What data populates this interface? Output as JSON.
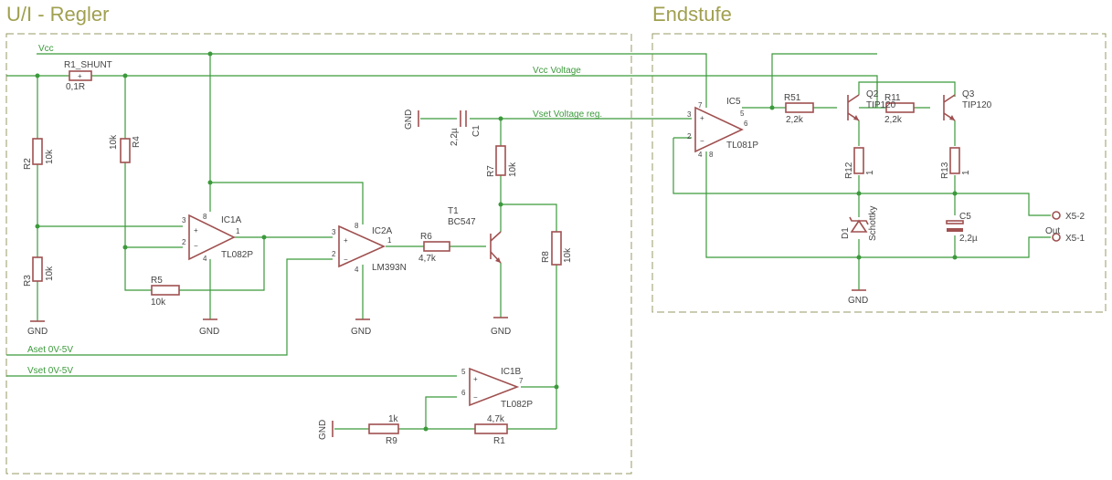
{
  "sections": {
    "left_title": "U/I - Regler",
    "right_title": "Endstufe"
  },
  "nets": {
    "vcc": "Vcc",
    "vcc_voltage": "Vcc Voltage",
    "vset_reg": "Vset Voltage reg.",
    "aset": "Aset 0V-5V",
    "vset": "Vset 0V-5V",
    "out": "Out"
  },
  "parts": {
    "r1_shunt": {
      "name": "R1_SHUNT",
      "value": "0,1R"
    },
    "r2": {
      "name": "R2",
      "value": "10k"
    },
    "r3": {
      "name": "R3",
      "value": "10k"
    },
    "r4": {
      "name": "R4",
      "value": "10k"
    },
    "r5": {
      "name": "R5",
      "value": "10k"
    },
    "r6": {
      "name": "R6",
      "value": "4,7k"
    },
    "r7": {
      "name": "R7",
      "value": "10k"
    },
    "r8": {
      "name": "R8",
      "value": "10k"
    },
    "r9": {
      "name": "R9",
      "value": "1k"
    },
    "r1": {
      "name": "R1",
      "value": "4,7k"
    },
    "c1": {
      "name": "C1",
      "value": "2,2µ"
    },
    "ic1a": {
      "name": "IC1A",
      "value": "TL082P"
    },
    "ic2a": {
      "name": "IC2A",
      "value": "LM393N"
    },
    "ic1b": {
      "name": "IC1B",
      "value": "TL082P"
    },
    "t1": {
      "name": "T1",
      "value": "BC547"
    },
    "ic5": {
      "name": "IC5",
      "value": "TL081P"
    },
    "r51": {
      "name": "R51",
      "value": "2,2k"
    },
    "q2": {
      "name": "Q2",
      "value": "TIP120"
    },
    "r11": {
      "name": "R11",
      "value": "2,2k"
    },
    "q3": {
      "name": "Q3",
      "value": "TIP120"
    },
    "r12": {
      "name": "R12",
      "value": "1"
    },
    "r13": {
      "name": "R13",
      "value": "1"
    },
    "d1": {
      "name": "D1",
      "value": "Schottky"
    },
    "c5": {
      "name": "C5",
      "value": "2,2µ"
    },
    "x5_2": {
      "name": "X5-2"
    },
    "x5_1": {
      "name": "X5-1"
    }
  },
  "gnd": "GND",
  "pins": {
    "p1": "1",
    "p2": "2",
    "p3": "3",
    "p4": "4",
    "p5": "5",
    "p6": "6",
    "p7": "7",
    "p8": "8"
  }
}
